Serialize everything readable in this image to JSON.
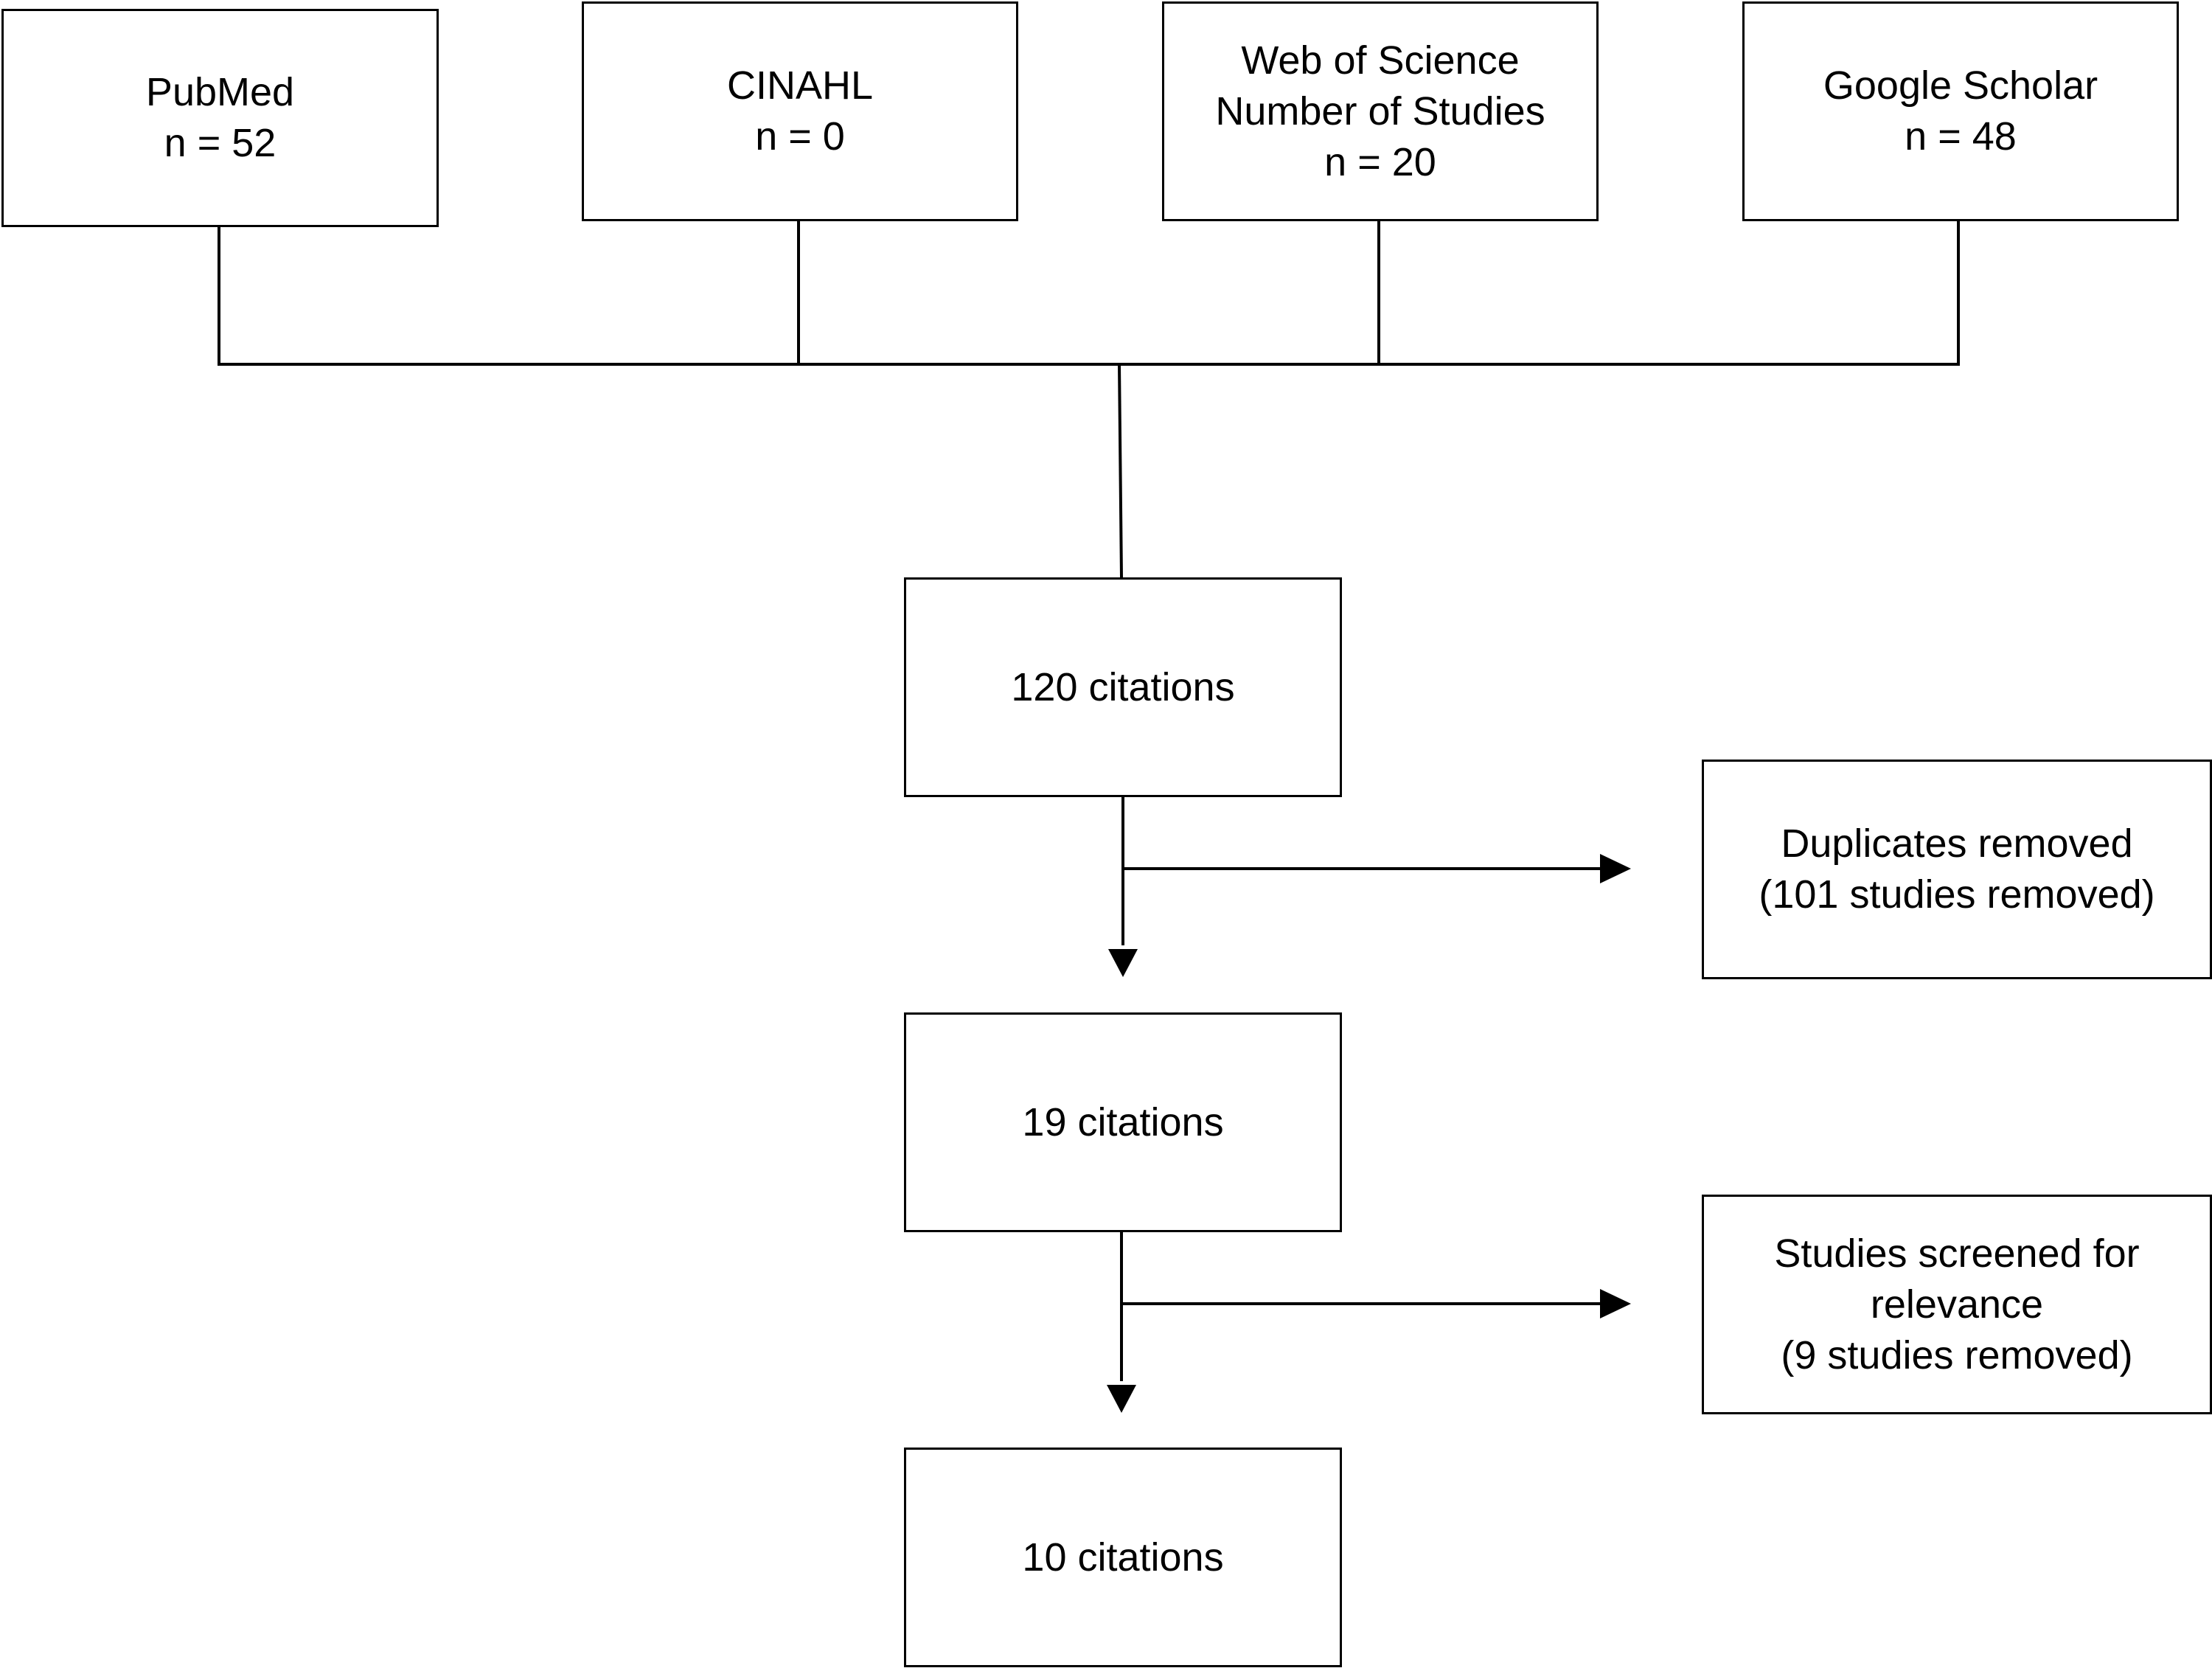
{
  "diagram": {
    "sources": [
      {
        "name": "PubMed",
        "count": "n = 52"
      },
      {
        "name": "CINAHL",
        "count": "n = 0"
      },
      {
        "name": "Web of Science",
        "subtitle": "Number of Studies",
        "count": "n = 20"
      },
      {
        "name": "Google Scholar",
        "count": "n = 48"
      }
    ],
    "steps": [
      {
        "label": "120 citations"
      },
      {
        "label": "19 citations"
      },
      {
        "label": "10 citations"
      }
    ],
    "exclusions": [
      {
        "line1": "Duplicates removed",
        "line2": "(101 studies removed)"
      },
      {
        "line1": "Studies screened for",
        "line2": "relevance",
        "line3": "(9 studies removed)"
      }
    ]
  }
}
